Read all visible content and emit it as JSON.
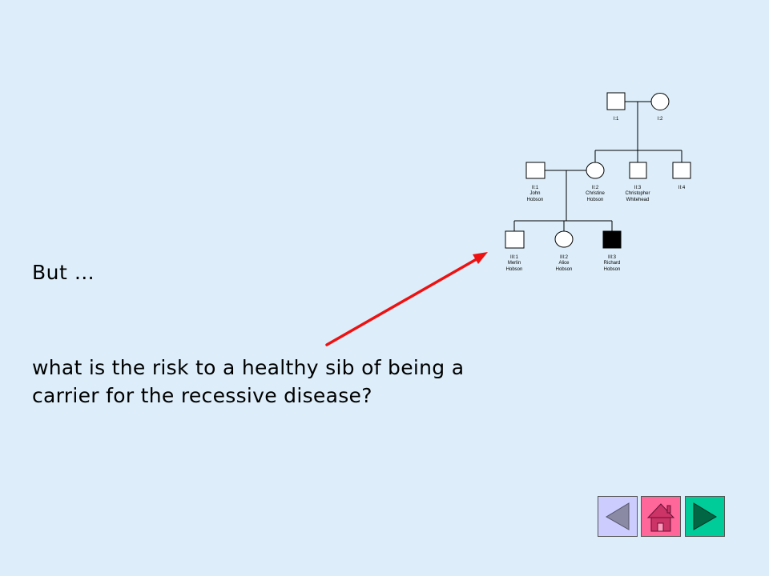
{
  "slide": {
    "intro_text": "But …",
    "question_text": "what is the risk to a healthy sib of being a carrier for the recessive disease?"
  },
  "pedigree": {
    "gen1": [
      {
        "id": "I:1",
        "sex": "male",
        "affected": false
      },
      {
        "id": "I:2",
        "sex": "female",
        "affected": false
      }
    ],
    "gen2": [
      {
        "id": "II:1",
        "name": [
          "John",
          "Hobson"
        ],
        "sex": "male",
        "affected": false
      },
      {
        "id": "II:2",
        "name": [
          "Christine",
          "Hobson"
        ],
        "sex": "female",
        "affected": false
      },
      {
        "id": "II:3",
        "name": [
          "Christopher",
          "Whitehead"
        ],
        "sex": "male",
        "affected": false
      },
      {
        "id": "II:4",
        "sex": "male",
        "affected": false
      }
    ],
    "gen3": [
      {
        "id": "III:1",
        "name": [
          "Merlin",
          "Hobson"
        ],
        "sex": "male",
        "affected": false
      },
      {
        "id": "III:2",
        "name": [
          "Alice",
          "Hobson"
        ],
        "sex": "female",
        "affected": false
      },
      {
        "id": "III:3",
        "name": [
          "Richard",
          "Hobson"
        ],
        "sex": "male",
        "affected": true
      }
    ]
  },
  "colors": {
    "background": "#ddeefa",
    "arrow": "#ee1111",
    "affected": "#000000",
    "nav_back": "#ccccff",
    "nav_home": "#ff6699",
    "nav_next": "#00cc99"
  },
  "navigation": {
    "back": "back-triangle-icon",
    "home": "home-icon",
    "next": "next-triangle-icon"
  }
}
